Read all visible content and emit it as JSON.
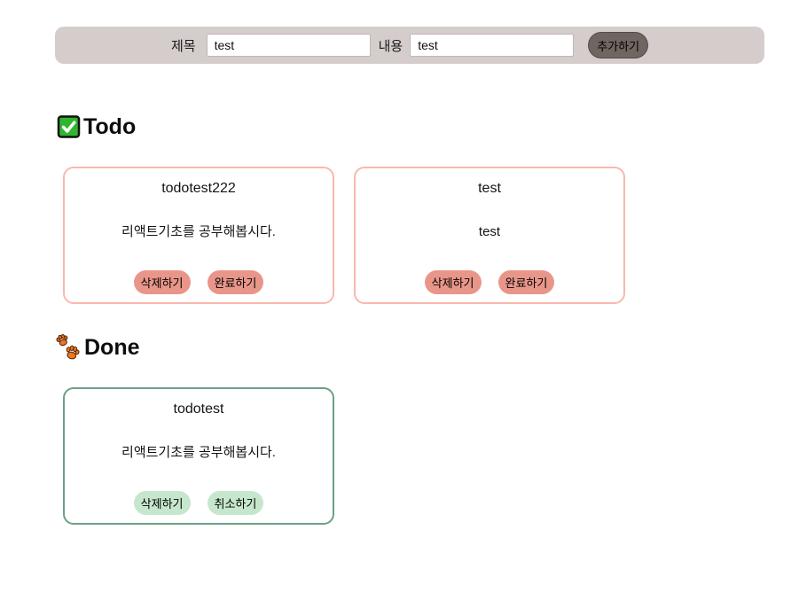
{
  "form": {
    "title_label": "제목",
    "title_value": "test",
    "content_label": "내용",
    "content_value": "test",
    "add_button_label": "추가하기"
  },
  "todo_section": {
    "heading": "Todo",
    "icon": "check-mark-icon",
    "cards": [
      {
        "title": "todotest222",
        "content": "리액트기초를 공부해봅시다.",
        "delete_label": "삭제하기",
        "complete_label": "완료하기"
      },
      {
        "title": "test",
        "content": "test",
        "delete_label": "삭제하기",
        "complete_label": "완료하기"
      }
    ]
  },
  "done_section": {
    "heading": "Done",
    "icon": "paw-prints-icon",
    "cards": [
      {
        "title": "todotest",
        "content": "리액트기초를 공부해봅시다.",
        "delete_label": "삭제하기",
        "cancel_label": "취소하기"
      }
    ]
  },
  "colors": {
    "form_bar_bg": "#d5cdcc",
    "add_button_bg": "#6f6662",
    "todo_card_border": "#f9b8ae",
    "todo_button_bg": "#e9968a",
    "done_card_border": "#69a185",
    "done_button_bg": "#c6e7cd",
    "check_icon_green": "#2fb52f",
    "paw_icon_orange": "#f2751f"
  }
}
